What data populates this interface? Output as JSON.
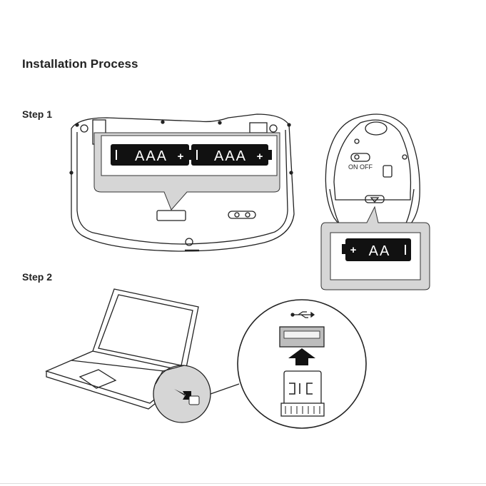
{
  "heading": "Installation Process",
  "steps": [
    {
      "label": "Step 1"
    },
    {
      "label": "Step 2"
    }
  ],
  "keyboard": {
    "battery_left": "AAA",
    "battery_right": "AAA"
  },
  "mouse": {
    "switch_on": "ON",
    "switch_off": "OFF",
    "battery": "AA"
  },
  "icons": {
    "usb_symbol": "usb-icon"
  },
  "colors": {
    "callout_fill": "#d6d6d6",
    "battery_fill": "#111111",
    "line": "#222222"
  }
}
